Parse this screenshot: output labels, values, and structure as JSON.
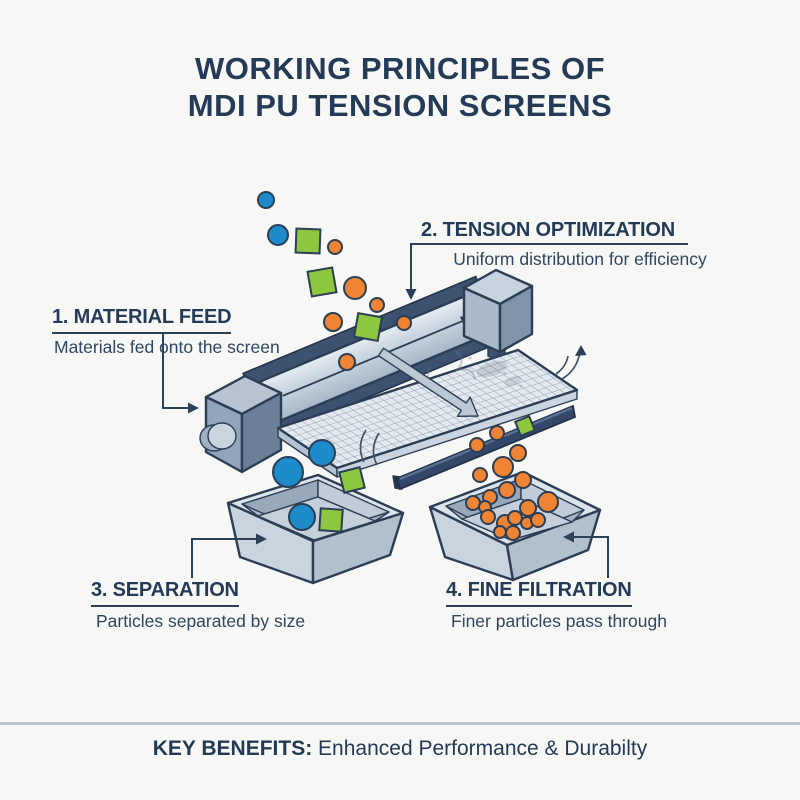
{
  "title": {
    "line1": "WORKING PRINCIPLES OF",
    "line2": "MDI PU TENSION SCREENS"
  },
  "callouts": [
    {
      "label": "1. MATERIAL FEED",
      "description": "Materials fed onto the screen"
    },
    {
      "label": "2. TENSION OPTIMIZATION",
      "description": "Uniform distribution for efficiency"
    },
    {
      "label": "3. SEPARATION",
      "description": "Particles separated by size"
    },
    {
      "label": "4. FINE FILTRATION",
      "description": "Finer particles pass through"
    }
  ],
  "footer": {
    "label": "KEY BENEFITS:",
    "text": " Enhanced Performance & Durabilty"
  },
  "colors": {
    "background": "#f7f8f5",
    "heading_navy": "#243a56",
    "machine_navy": "#3d5271",
    "steel_light": "#c6d2de",
    "particle_blue": "#1e8bcb",
    "particle_green": "#8dc63f",
    "particle_orange": "#ee8434",
    "divider": "#b7c5d2"
  }
}
